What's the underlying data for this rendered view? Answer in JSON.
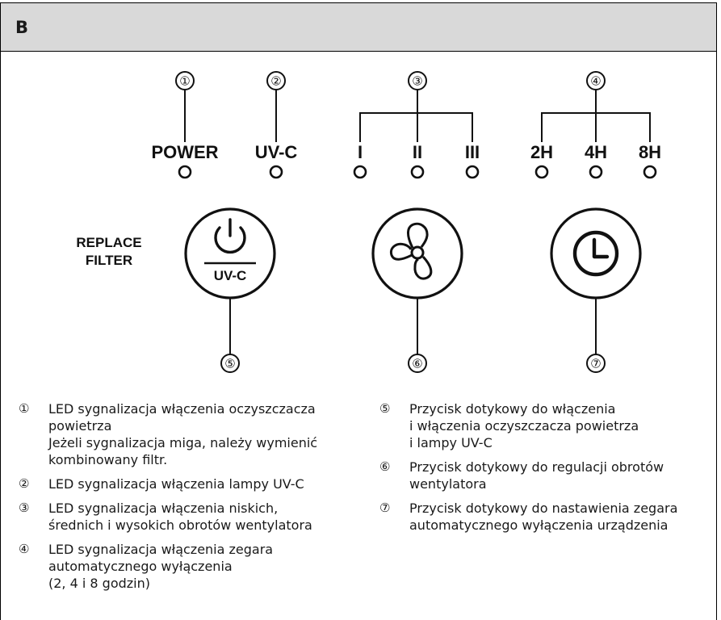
{
  "section_letter": "B",
  "led_labels": {
    "power": "POWER",
    "uvc": "UV-C",
    "speed_low": "I",
    "speed_mid": "II",
    "speed_high": "III",
    "timer_2h": "2H",
    "timer_4h": "4H",
    "timer_8h": "8H"
  },
  "replace_filter": {
    "line1": "REPLACE",
    "line2": "FILTER"
  },
  "power_button_label": "UV-C",
  "callouts": [
    "①",
    "②",
    "③",
    "④",
    "⑤",
    "⑥",
    "⑦"
  ],
  "icons": [
    "power-icon",
    "fan-icon",
    "clock-icon"
  ],
  "legend_left": [
    {
      "num": "①",
      "text": "LED sygnalizacja włączenia oczyszczacza\npowietrza\nJeżeli sygnalizacja miga, należy wymienić\nkombinowany filtr."
    },
    {
      "num": "②",
      "text": "LED sygnalizacja włączenia lampy UV-C"
    },
    {
      "num": "③",
      "text": "LED sygnalizacja włączenia niskich,\nśrednich i wysokich obrotów wentylatora"
    },
    {
      "num": "④",
      "text": "LED sygnalizacja włączenia zegara\nautomatycznego wyłączenia\n(2, 4 i 8 godzin)"
    }
  ],
  "legend_right": [
    {
      "num": "⑤",
      "text": "Przycisk dotykowy do włączenia\ni włączenia oczyszczacza powietrza\ni lampy UV-C"
    },
    {
      "num": "⑥",
      "text": "Przycisk dotykowy do regulacji obrotów\nwentylatora"
    },
    {
      "num": "⑦",
      "text": "Przycisk dotykowy do nastawienia zegara\nautomatycznego wyłączenia urządzenia"
    }
  ]
}
